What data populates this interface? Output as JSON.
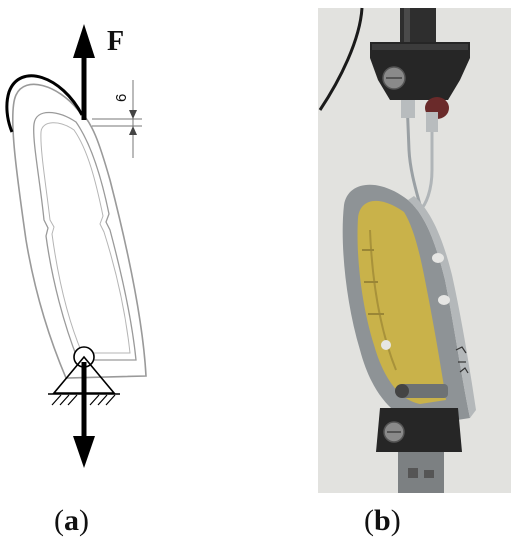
{
  "panel_a": {
    "force_label": "F",
    "dimension_label": "6",
    "caption_open": "(",
    "caption_letter": "a",
    "caption_close": ")"
  },
  "panel_b": {
    "caption_open": "(",
    "caption_letter": "b",
    "caption_close": ")"
  },
  "colors": {
    "outline_gray": "#9a9a9a",
    "arrow_black": "#000000",
    "photo_background": "#e6e6e4",
    "fixture_dark": "#2a2a2a",
    "specimen_yellow": "#c9b24a",
    "steel_gray": "#8e9396"
  }
}
